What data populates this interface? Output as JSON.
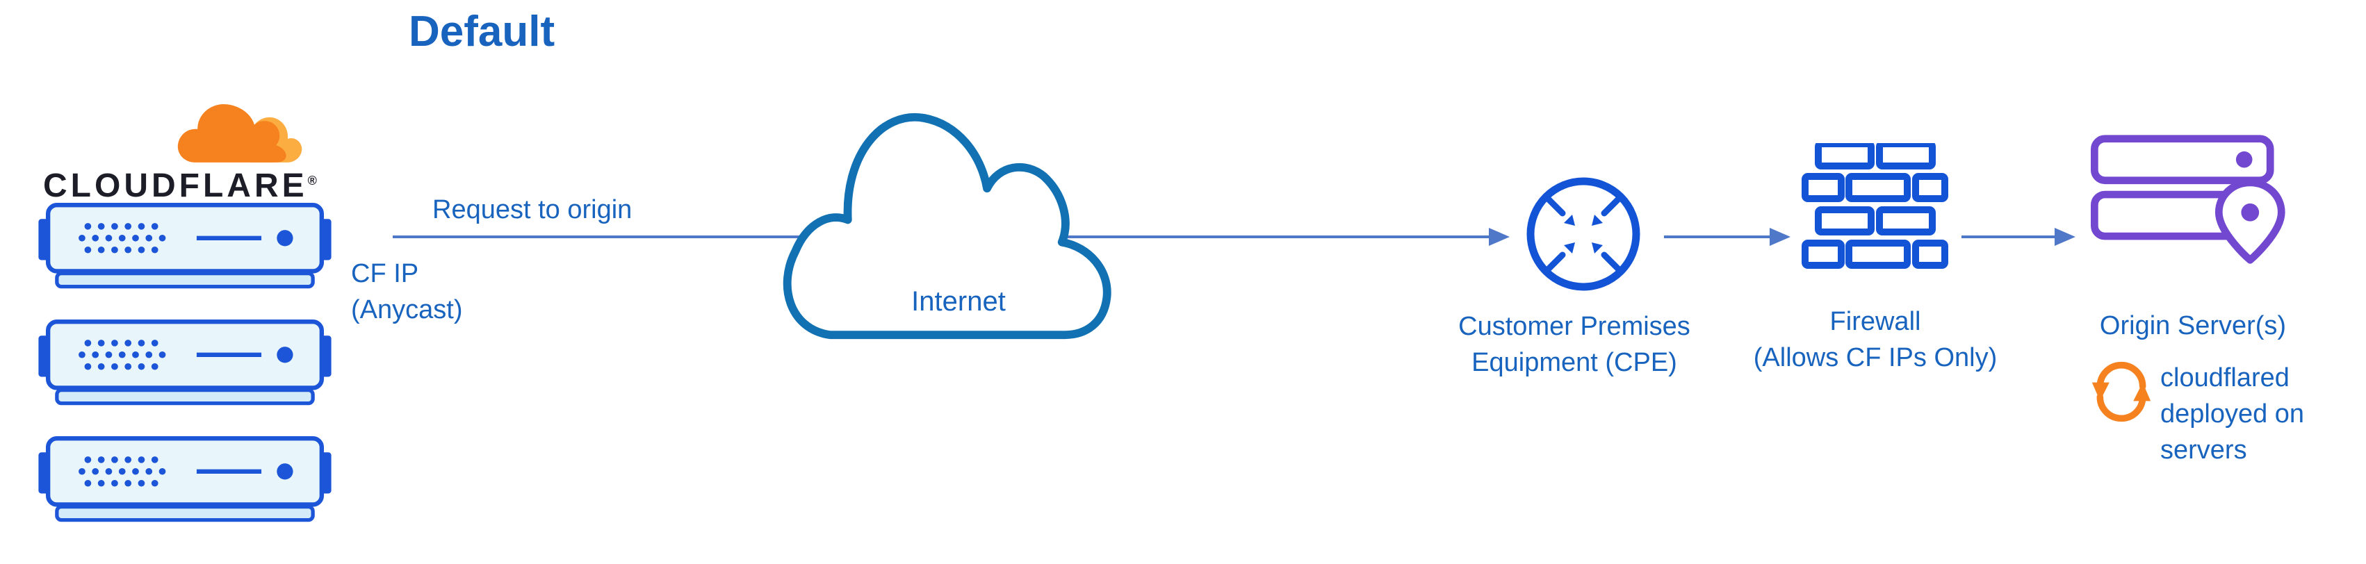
{
  "title": "Default",
  "logo": {
    "text": "CLOUDFLARE",
    "registered": "®"
  },
  "flow": {
    "request_label": "Request to origin",
    "cf_ip_lines": [
      "CF IP",
      "(Anycast)"
    ],
    "internet_label": "Internet",
    "cpe_lines": [
      "Customer Premises",
      "Equipment (CPE)"
    ],
    "firewall_lines": [
      "Firewall",
      "(Allows CF IPs Only)"
    ],
    "origin_label": "Origin Server(s)",
    "cloudflared_lines": [
      "cloudflared",
      "deployed on",
      "servers"
    ]
  },
  "icons": {
    "cloudflare_logo": "cloudflare-cloud-icon",
    "edge_servers": "server-icon",
    "internet": "internet-cloud-icon",
    "cpe": "cpe-router-icon",
    "firewall": "firewall-brick-icon",
    "origin": "origin-servers-icon",
    "origin_pin": "location-pin-icon",
    "cloudflared": "sync-icon"
  },
  "colors": {
    "text_blue": "#1763be",
    "arrow_blue": "#5078c8",
    "icon_blue": "#1353d6",
    "cloud_outline_blue": "#1271b3",
    "server_fill": "#e8f6fc",
    "orange": "#f6821f",
    "orange_light": "#fbad41",
    "purple": "#7248d0",
    "wordmark_dark": "#1d1d28"
  }
}
